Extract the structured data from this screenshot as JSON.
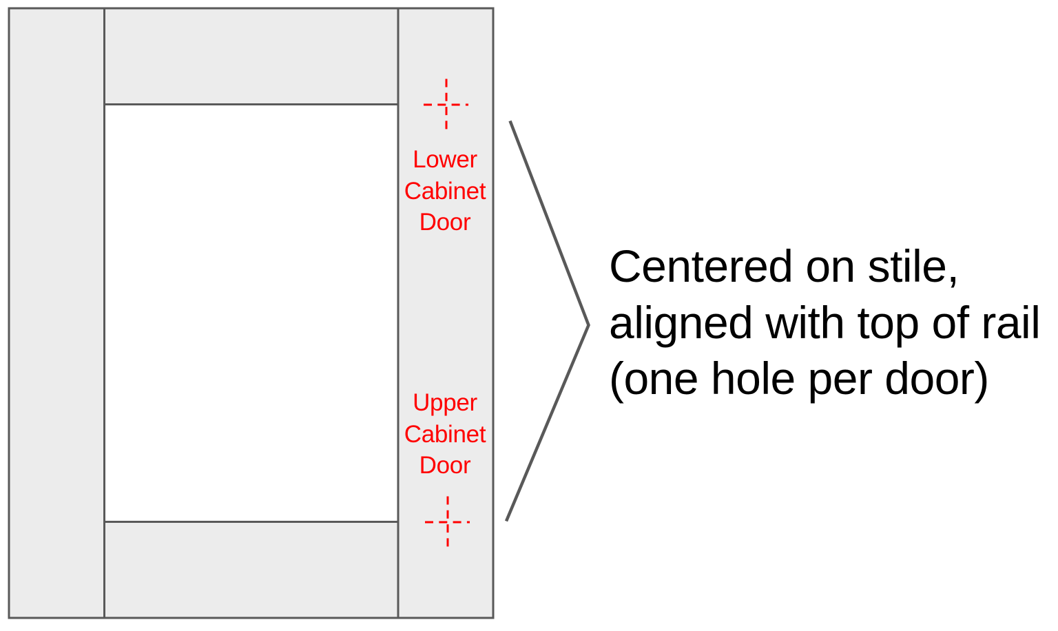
{
  "figure": {
    "description": "Cabinet door frame drilling diagram",
    "labels": {
      "lower_door": "Lower\nCabinet\nDoor",
      "upper_door": "Upper\nCabinet\nDoor"
    },
    "annotation": "Centered on stile,\naligned with top of rail\n(one hole per door)",
    "colors": {
      "frame_fill": "#ececec",
      "frame_outline": "#595959",
      "bracket_line": "#595959",
      "marker_red": "#ff0000",
      "annotation_text": "#000000",
      "background": "#ffffff"
    }
  }
}
